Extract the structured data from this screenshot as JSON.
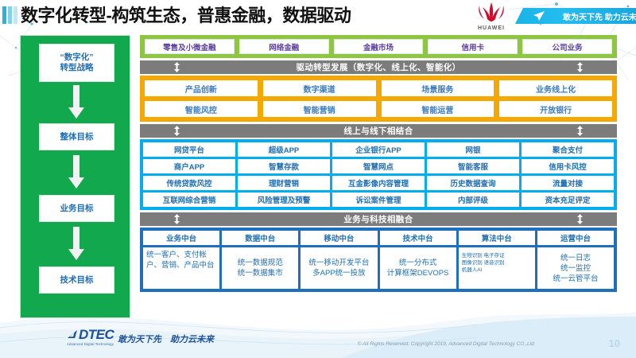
{
  "header": {
    "title": "数字化转型-构筑生态，普惠金融，数据驱动",
    "brand": "HUAWEI",
    "banner_text": "敢为天下先 助力云未来"
  },
  "sidebar": {
    "items": [
      {
        "label": "“数字化”\n转型战略"
      },
      {
        "label": "整体目标"
      },
      {
        "label": "业务目标"
      },
      {
        "label": "技术目标"
      }
    ]
  },
  "business_lines": {
    "items": [
      "零售及小微金融",
      "网络金融",
      "金融市场",
      "信用卡",
      "公司业务"
    ]
  },
  "divider_1": {
    "label": "驱动转型发展（数字化、线上化、智能化）"
  },
  "overall_goals": {
    "rows": [
      [
        "产品创新",
        "数字渠道",
        "场景服务",
        "业务线上化"
      ],
      [
        "智能风控",
        "智能营销",
        "智能运营",
        "开放银行"
      ]
    ]
  },
  "divider_2": {
    "label": "线上与线下相结合"
  },
  "business_goals": {
    "rows": [
      [
        "网贷平台",
        "超级APP",
        "企业银行APP",
        "网银",
        "聚合支付"
      ],
      [
        "商户APP",
        "智慧存款",
        "智慧网点",
        "智能客服",
        "信用卡风控"
      ],
      [
        "传统贷款风控",
        "理财营销",
        "互金影像内容管理",
        "历史数据查询",
        "流量对接"
      ],
      [
        "互联网综合营销",
        "风险管理及预警",
        "诉讼案件管理",
        "内部评级",
        "资本充足评定"
      ]
    ]
  },
  "divider_3": {
    "label": "业务与科技相融合"
  },
  "tech_goals": {
    "headers": [
      "业务中台",
      "数据中台",
      "移动中台",
      "技术中台",
      "算法中台",
      "运营中台"
    ],
    "bodies": [
      "统一客户、支付帐户、营销、产品中台",
      "统一数据规范\n统一数据集市",
      "统一移动开发平台\n多APP统一投放",
      "统一分布式\n计算框架DEVOPS",
      "生物识别 电子存证\n图像识别 语音识别\n机器人AI",
      "统一日志\n统一监控\n统一云管平台"
    ]
  },
  "footer": {
    "logo_name": "DTEC",
    "logo_tagline": "Advanced Digital Technology",
    "slogan": "敢为天下先　助力云未来",
    "copyright": "© All Rights Reserved. Copyright 2019, Advanced Digital Technology CO.,Ltd",
    "page_number": "10"
  },
  "colors": {
    "green_band": "#8dc63f",
    "sidebar_green": "#12a84e",
    "orange_band": "#f5a800",
    "blue_band": "#00aeef",
    "navy_band": "#1f6fc0",
    "divider_grey": "#7c7c7c",
    "text_blue": "#1f6fb2",
    "text_purple": "#5b3fa0",
    "huawei_red": "#cf0a2c"
  }
}
